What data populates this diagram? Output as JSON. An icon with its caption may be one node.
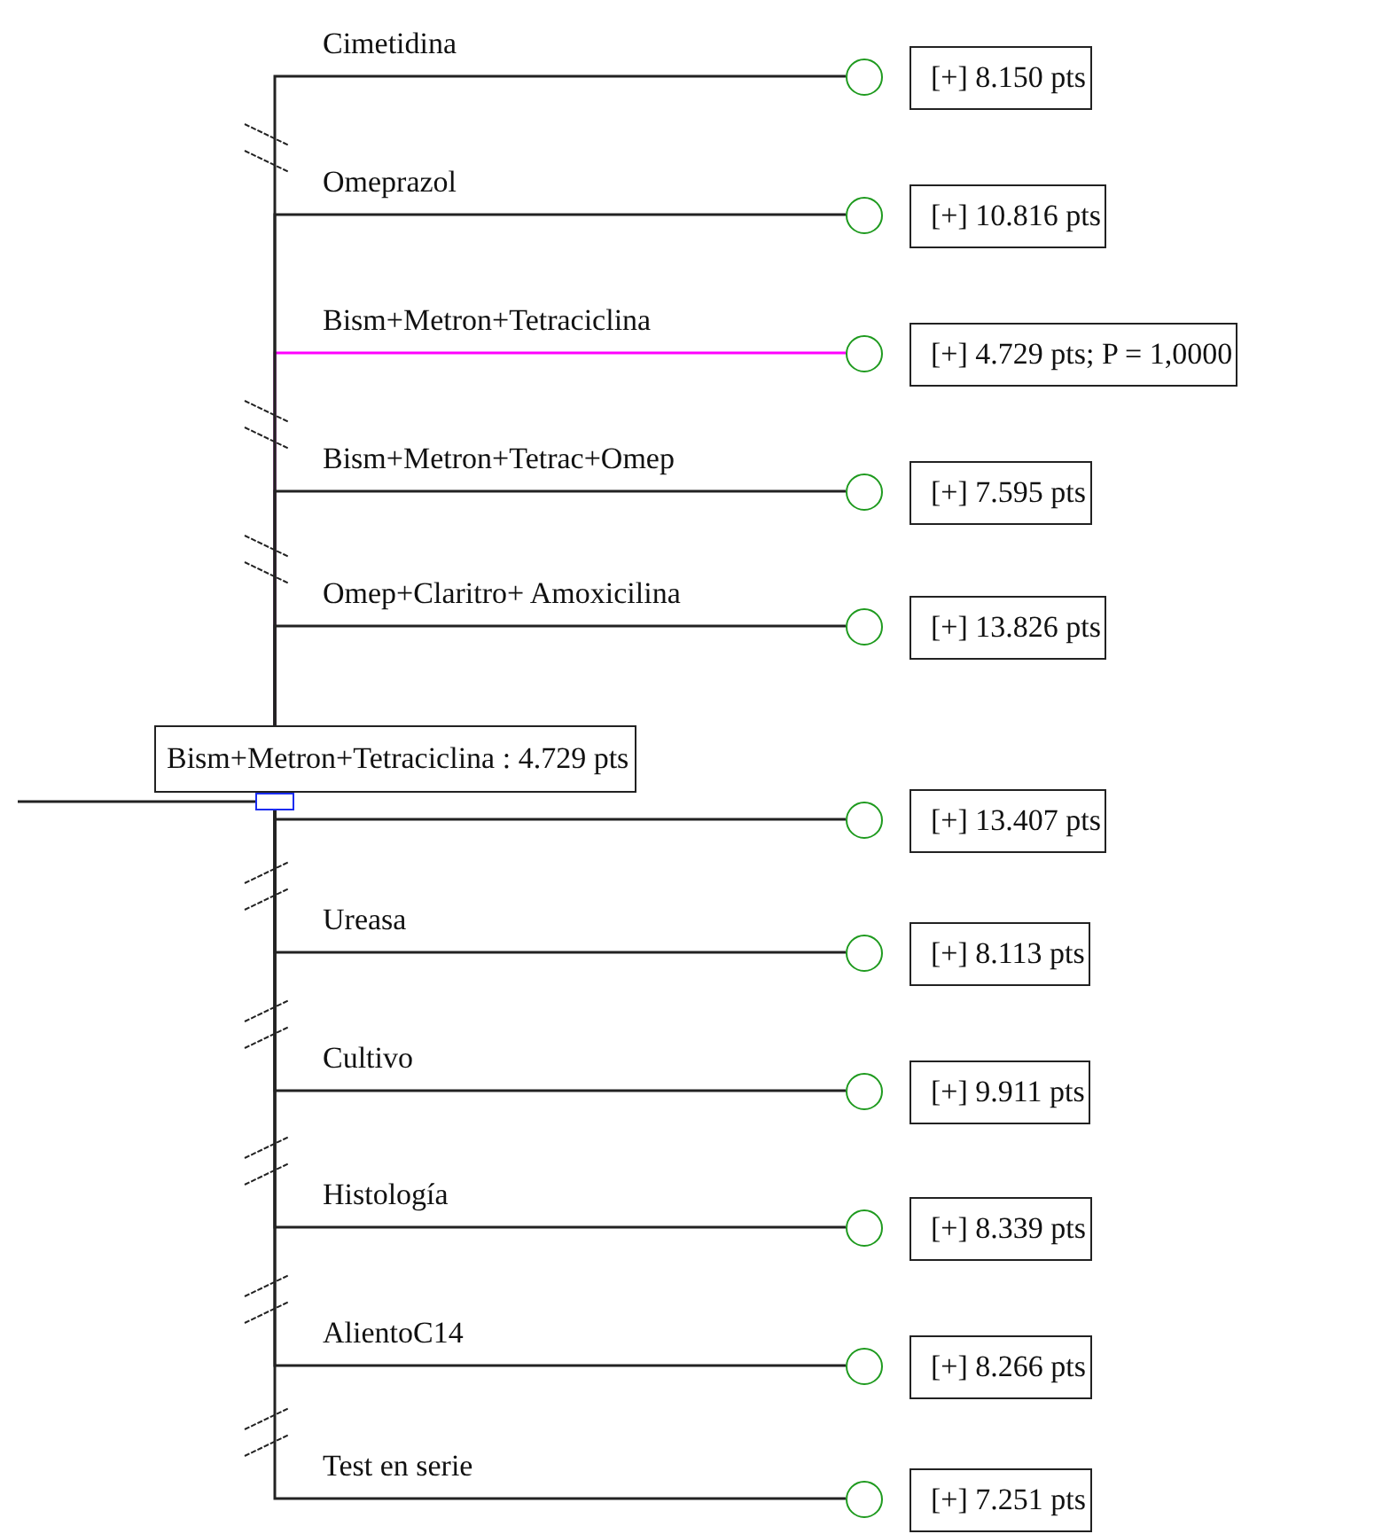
{
  "diagram": {
    "nodes": [
      {
        "text": [],
        "shape": "box"
      },
      {
        "text": [],
        "shape": "circle"
      },
      {
        "text": [],
        "shape": "circle"
      },
      {
        "text": [],
        "shape": "circle"
      },
      {
        "text": [],
        "shape": "circle"
      },
      {
        "text": [],
        "shape": "circle"
      },
      {
        "text": [],
        "shape": "circle"
      },
      {
        "text": [],
        "shape": "circle"
      },
      {
        "text": [],
        "shape": "circle"
      },
      {
        "text": [],
        "shape": "circle"
      },
      {
        "text": [],
        "shape": "circle"
      },
      {
        "text": [],
        "shape": "circle"
      },
      {
        "text": [
          "[+] 8.150 pts"
        ]
      },
      {
        "text": [
          "[+] 10.816 pts"
        ]
      },
      {
        "text": [
          "[+] 4.729 pts; P = 1,0000"
        ]
      },
      {
        "text": [
          "[+] 7.595 pts"
        ]
      },
      {
        "text": [
          "[+] 13.826 pts"
        ]
      },
      {
        "text": [
          "[+] 13.407 pts"
        ]
      },
      {
        "text": [
          "[+] 8.113 pts"
        ]
      },
      {
        "text": [
          "[+] 9.911 pts"
        ]
      },
      {
        "text": [
          "[+] 8.339 pts"
        ]
      },
      {
        "text": [
          "[+] 8.266 pts"
        ]
      },
      {
        "text": [
          "[+] 7.251 pts"
        ]
      }
    ],
    "labels": [
      "Bism+Metron+Tetraciclina : 4.729 pts"
    ],
    "edges": [
      {
        "from": null,
        "to": 0,
        "arrow": "none"
      },
      {
        "from": 0,
        "to": 1,
        "arrow": "none",
        "label": "Cimetidina"
      },
      {
        "from": 0,
        "to": 2,
        "arrow": "none",
        "label": "Omeprazol"
      },
      {
        "from": 0,
        "to": 3,
        "arrow": "none",
        "label": "Bism+Metron+Tetraciclina",
        "color": "#ff00ff"
      },
      {
        "from": 0,
        "to": 4,
        "arrow": "none",
        "label": "Bism+Metron+Tetrac+Omep"
      },
      {
        "from": 0,
        "to": 5,
        "arrow": "none",
        "label": "Omep+Claritro+ Amoxicilina"
      },
      {
        "from": 0,
        "to": 6,
        "arrow": "none"
      },
      {
        "from": 0,
        "to": 7,
        "arrow": "none",
        "label": "Ureasa"
      },
      {
        "from": 0,
        "to": 8,
        "arrow": "none",
        "label": "Cultivo"
      },
      {
        "from": 0,
        "to": 9,
        "arrow": "none",
        "label": "Histología"
      },
      {
        "from": 0,
        "to": 10,
        "arrow": "none",
        "label": "AlientoC14"
      },
      {
        "from": 0,
        "to": 11,
        "arrow": "none",
        "label": "Test en serie"
      }
    ]
  }
}
